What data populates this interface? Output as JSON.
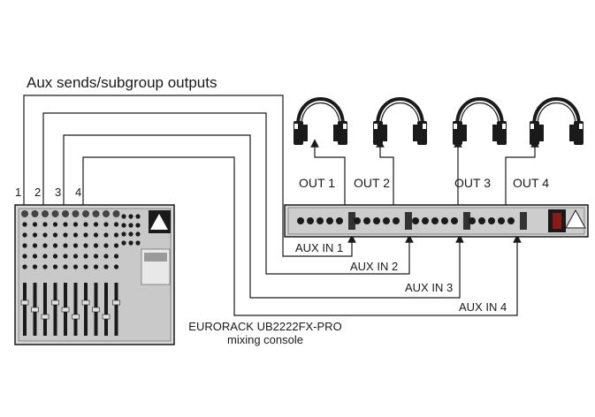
{
  "title": "Aux sends/subgroup outputs",
  "channels": [
    "1",
    "2",
    "3",
    "4"
  ],
  "outputs": [
    "OUT 1",
    "OUT 2",
    "OUT 3",
    "OUT 4"
  ],
  "aux_inputs": [
    "AUX IN 1",
    "AUX IN 2",
    "AUX IN 3",
    "AUX IN 4"
  ],
  "mixer_caption": {
    "line1": "EURORACK UB2222FX-PRO",
    "line2": "mixing console"
  },
  "colors": {
    "line": "#1a1a1a",
    "device_fill": "#d8d8d8",
    "background": "#ffffff"
  },
  "icons": [
    "headphones-icon",
    "mixing-console-icon",
    "headphone-amplifier-icon",
    "arrow-up-icon"
  ]
}
